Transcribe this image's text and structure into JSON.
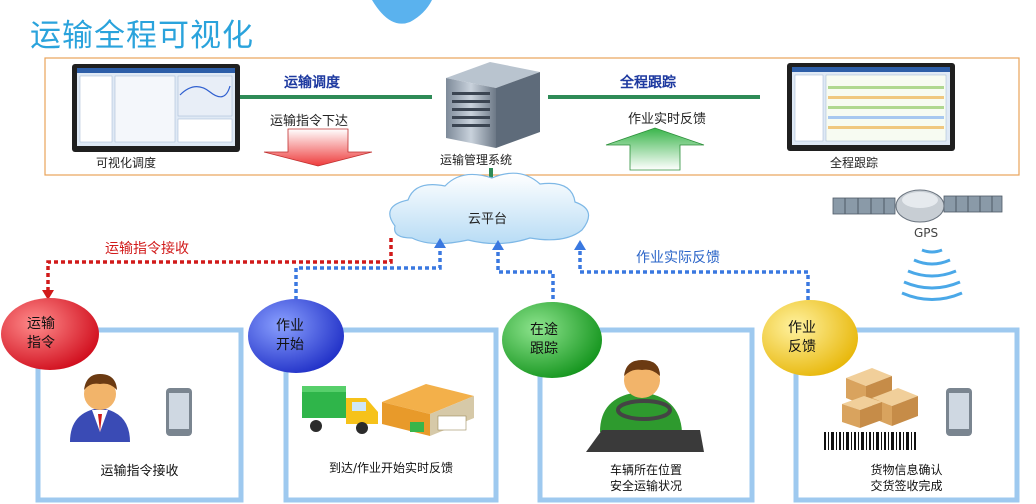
{
  "title": "运输全程可视化",
  "top": {
    "left_screen_label": "可视化调度",
    "dispatch_title": "运输调度",
    "dispatch_sub": "运输指令下达",
    "server_label": "运输管理系统",
    "tracking_title": "全程跟踪",
    "tracking_sub": "作业实时反馈",
    "right_screen_label": "全程跟踪"
  },
  "cloud": {
    "label": "云平台"
  },
  "gps": {
    "label": "GPS"
  },
  "links": {
    "instruction_receive": "运输指令接收",
    "feedback": "作业实际反馈"
  },
  "stages": [
    {
      "badge": "运输\n指令",
      "caption": "运输指令接收",
      "color": "#e0202a"
    },
    {
      "badge": "作业\n开始",
      "caption": "到达/作业开始实时反馈",
      "color": "#2a3fd8"
    },
    {
      "badge": "在途\n跟踪",
      "caption": "车辆所在位置\n安全运输状况",
      "color": "#1ea42a"
    },
    {
      "badge": "作业\n反馈",
      "caption": "货物信息确认\n交货签收完成",
      "color": "#e8c21a"
    }
  ],
  "colors": {
    "title": "#2aa3dc",
    "frame": "#e8a35a",
    "link_green": "#2e8b57",
    "dash_red": "#d11a1a",
    "dash_blue": "#3a78e0",
    "panel_border": "#9ec9ef"
  }
}
